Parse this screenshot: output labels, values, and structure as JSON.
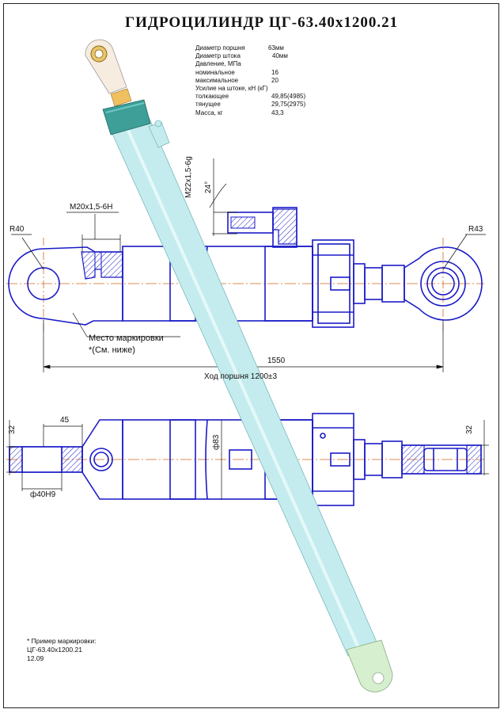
{
  "title": "ГИДРОЦИЛИНДР  ЦГ-63.40х1200.21",
  "specs": [
    {
      "label": "Диаметр поршня",
      "value": "63мм"
    },
    {
      "label": "Диаметр штока",
      "value": "40мм"
    },
    {
      "label": "Давление, МПа",
      "value": ""
    },
    {
      "label": "номинальное",
      "value": "16"
    },
    {
      "label": "максимальное",
      "value": "20"
    },
    {
      "label": "Усилие на штоке, кН (кГ)",
      "value": ""
    },
    {
      "label": "толкающее",
      "value": "49,85(4985)"
    },
    {
      "label": "тянущее",
      "value": "29,75(2975)"
    },
    {
      "label": "Масса, кг",
      "value": "43,3"
    }
  ],
  "dimensions": {
    "r40": "R40",
    "r43": "R43",
    "m20": "M20x1,5-6H",
    "m22": "M22x1,5-6g",
    "angle": "24°",
    "length": "1550",
    "stroke": "Ход поршня 1200±3",
    "w45": "45",
    "h32_left": "32",
    "h32_right": "32",
    "d40": "ф40Н9",
    "d83": "ф83"
  },
  "marking": {
    "label": "Место маркировки",
    "sub": "*(См. ниже)"
  },
  "note": {
    "line1": "* Пример маркировки:",
    "line2": "ЦГ-63.40х1200.21",
    "line3": "12.09"
  },
  "colors": {
    "line": "#1a1ac8",
    "centerline": "#d2691e",
    "tube": "#c4ecee",
    "nut": "#3e9e98",
    "eye": "#d6efcf",
    "eye_top": "#f7ece0"
  }
}
